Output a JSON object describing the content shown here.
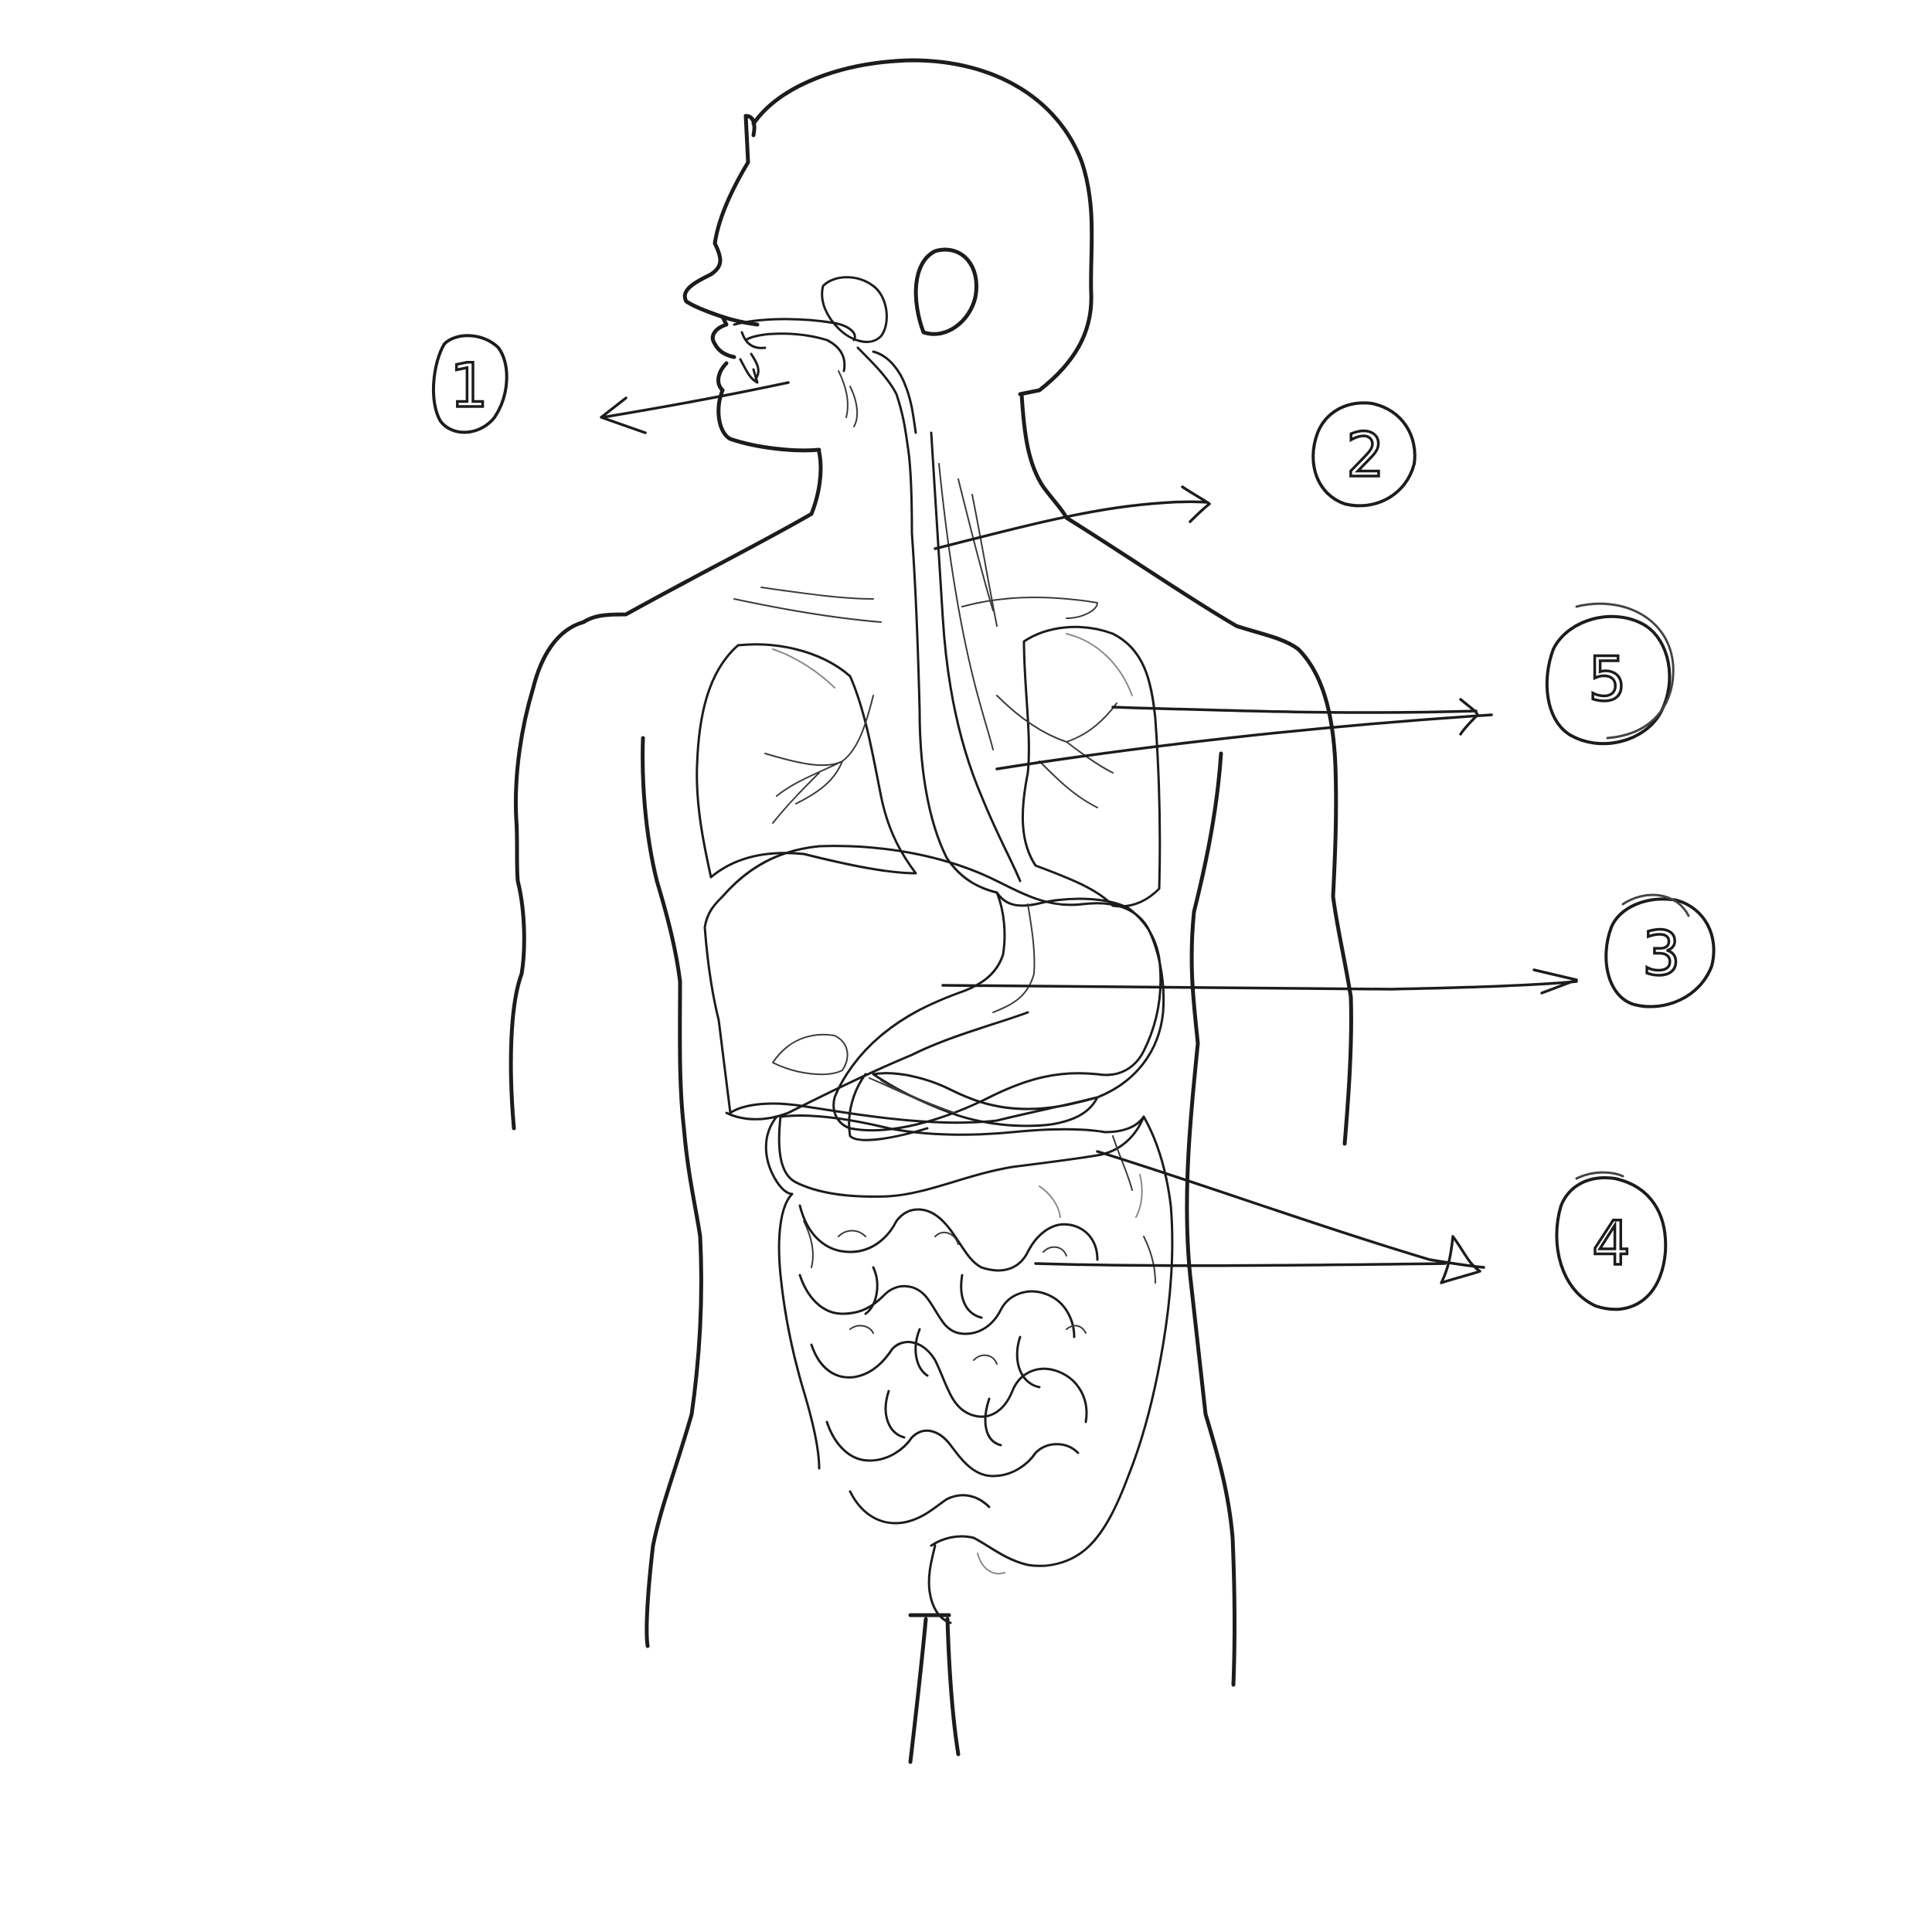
{
  "markers": [
    {
      "id": "1",
      "text": "1"
    },
    {
      "id": "2",
      "text": "2"
    },
    {
      "id": "5",
      "text": "5"
    },
    {
      "id": "3",
      "text": "3"
    },
    {
      "id": "4",
      "text": "4"
    }
  ],
  "colors": {
    "ink": "#1c1c1c",
    "background": "#ffffff"
  }
}
